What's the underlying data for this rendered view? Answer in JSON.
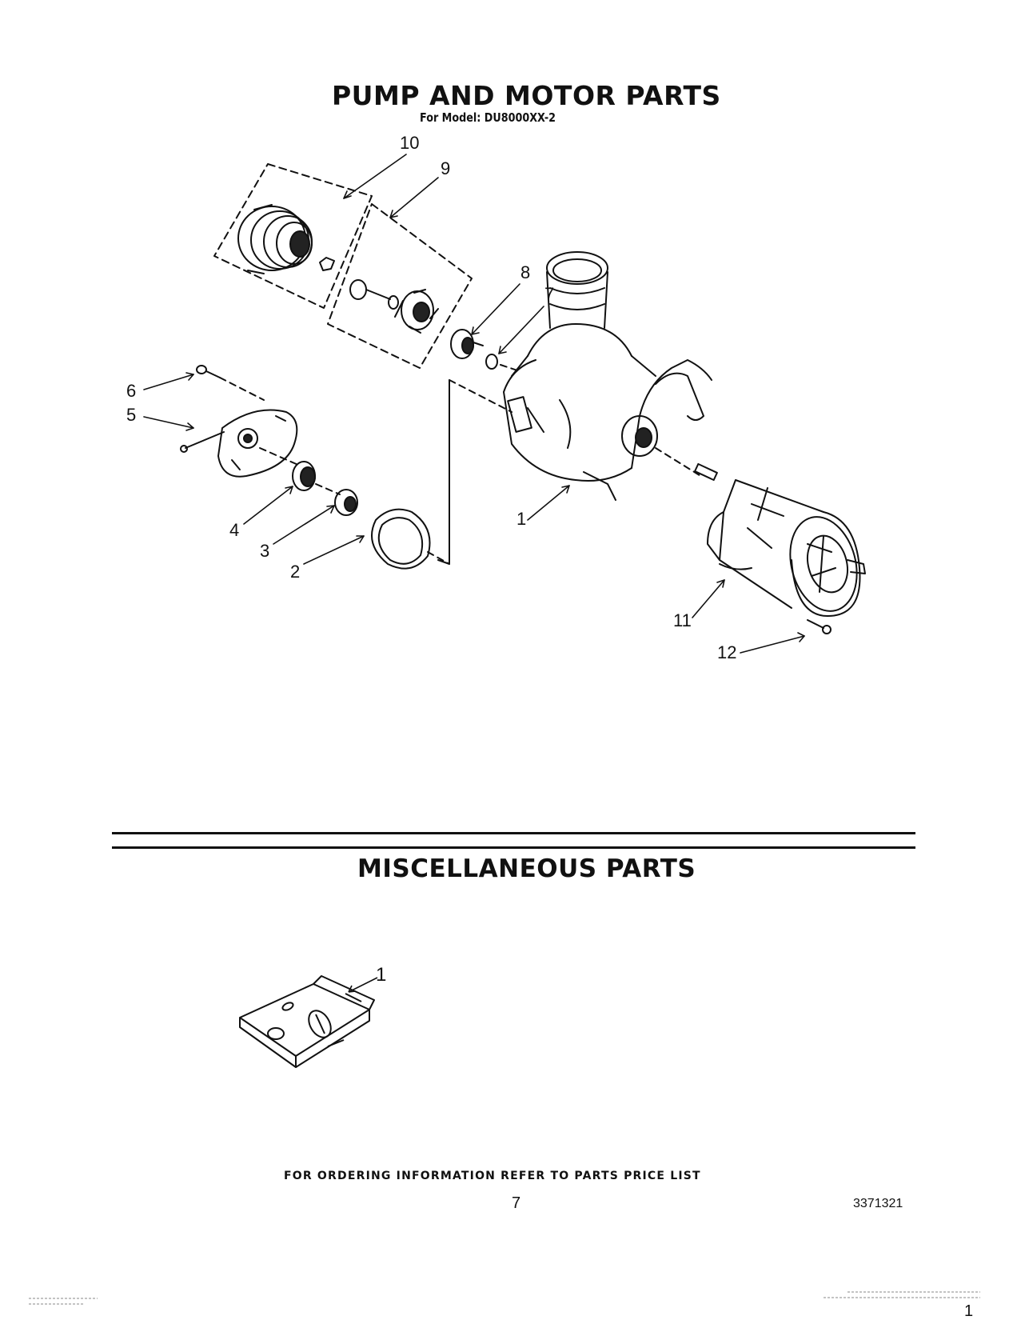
{
  "pump_section": {
    "title": "PUMP AND MOTOR PARTS",
    "subtitle": "For Model: DU8000XX-2",
    "callouts": [
      "10",
      "9",
      "8",
      "7",
      "6",
      "5",
      "4",
      "3",
      "2",
      "1",
      "11",
      "12"
    ]
  },
  "misc_section": {
    "title": "MISCELLANEOUS PARTS",
    "callouts": [
      "1"
    ]
  },
  "footer": {
    "ordering_note": "FOR ORDERING INFORMATION REFER TO PARTS PRICE LIST",
    "page_number": "7",
    "document_number": "3371321",
    "corner_mark": "1"
  }
}
